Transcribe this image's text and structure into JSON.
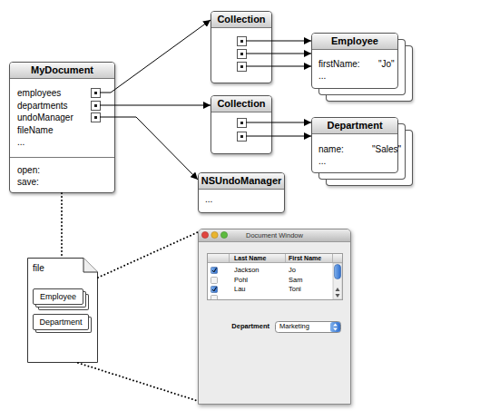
{
  "diagram": {
    "nodes": [
      {
        "text": [
          "MyDocument",
          "employees",
          "departments",
          "undoManager",
          "fileName",
          "...",
          "open:",
          "save:"
        ]
      },
      {
        "text": [
          "Collection"
        ]
      },
      {
        "text": [
          "Employee",
          "firstName:",
          "\"Jo\"",
          "..."
        ]
      },
      {
        "text": [
          "Collection"
        ]
      },
      {
        "text": [
          "Department",
          "name:",
          "\"Sales\"",
          "..."
        ]
      },
      {
        "text": [
          "NSUndoManager",
          "..."
        ]
      },
      {
        "text": [
          "file"
        ]
      },
      {
        "text": [
          "Employee"
        ],
        "in": 6
      },
      {
        "text": [
          "Department"
        ],
        "in": 6
      },
      {
        "text": [
          "Document Window"
        ]
      }
    ],
    "edges": [
      {
        "from": 0,
        "to": 1,
        "arrow": "to"
      },
      {
        "from": 0,
        "to": 3,
        "arrow": "to"
      },
      {
        "from": 0,
        "to": 5,
        "arrow": "to"
      },
      {
        "from": 1,
        "to": 2,
        "arrow": "to"
      },
      {
        "from": 1,
        "to": 2,
        "arrow": "to"
      },
      {
        "from": 1,
        "to": 2,
        "arrow": "to"
      },
      {
        "from": 3,
        "to": 4,
        "arrow": "to"
      },
      {
        "from": 3,
        "to": 4,
        "arrow": "to"
      },
      {
        "from": 0,
        "to": 6,
        "arrow": "none"
      },
      {
        "from": 6,
        "to": 9,
        "arrow": "none"
      },
      {
        "from": 6,
        "to": 9,
        "arrow": "none"
      }
    ],
    "labels": [
      "Last Name",
      "First Name",
      "Jackson",
      "Jo",
      "Pohl",
      "Sam",
      "Lau",
      "Toni",
      "Department",
      "Marketing"
    ]
  }
}
